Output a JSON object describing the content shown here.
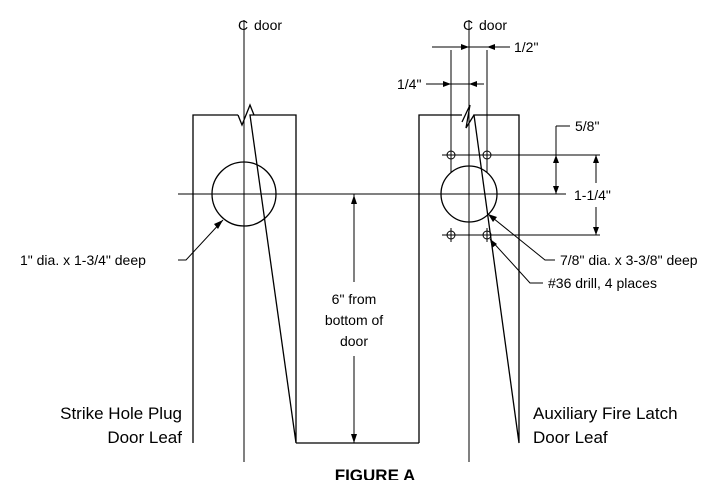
{
  "centerline_label": {
    "symbol": "C",
    "text": "door"
  },
  "dimensions": {
    "half_inch": "1/2\"",
    "quarter_inch": "1/4\"",
    "five_eighths": "5/8\"",
    "one_and_quarter": "1-1/4\"",
    "height_line1": "6\" from",
    "height_line2": "bottom of",
    "height_line3": "door"
  },
  "callouts": {
    "plug_hole": "1\" dia. x 1-3/4\" deep",
    "latch_hole": "7/8\" dia. x 3-3/8\" deep",
    "drill_holes": "#36 drill, 4 places"
  },
  "leaves": {
    "left_line1": "Strike Hole Plug",
    "left_line2": "Door Leaf",
    "right_line1": "Auxiliary Fire Latch",
    "right_line2": "Door Leaf"
  },
  "figure_title": "FIGURE A"
}
